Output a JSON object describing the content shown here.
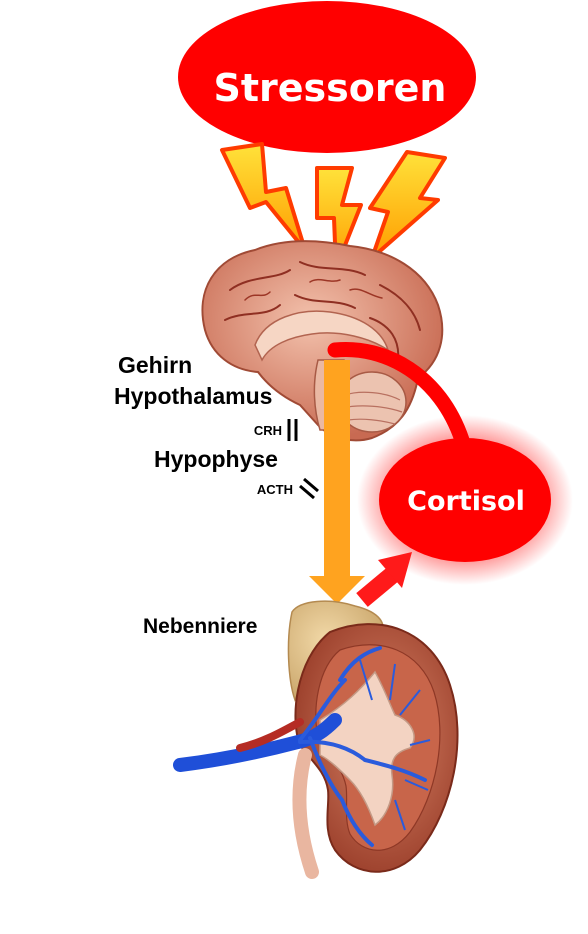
{
  "stressors": {
    "label": "Stressoren"
  },
  "cortisol": {
    "label": "Cortisol"
  },
  "labels": {
    "brain": "Gehirn",
    "hypothalamus": "Hypothalamus",
    "crh": "CRH",
    "pituitary": "Hypophyse",
    "acth": "ACTH",
    "adrenal": "Nebenniere"
  },
  "colors": {
    "alarm_red": "#ff0000",
    "lightning_yellow": "#ffd21a",
    "lightning_orange": "#ff8a00",
    "axis_arrow": "#ffa31f",
    "brain_pink": "#e8a08a",
    "kidney_brown": "#b3523a",
    "vein_blue": "#1f4fd8"
  }
}
